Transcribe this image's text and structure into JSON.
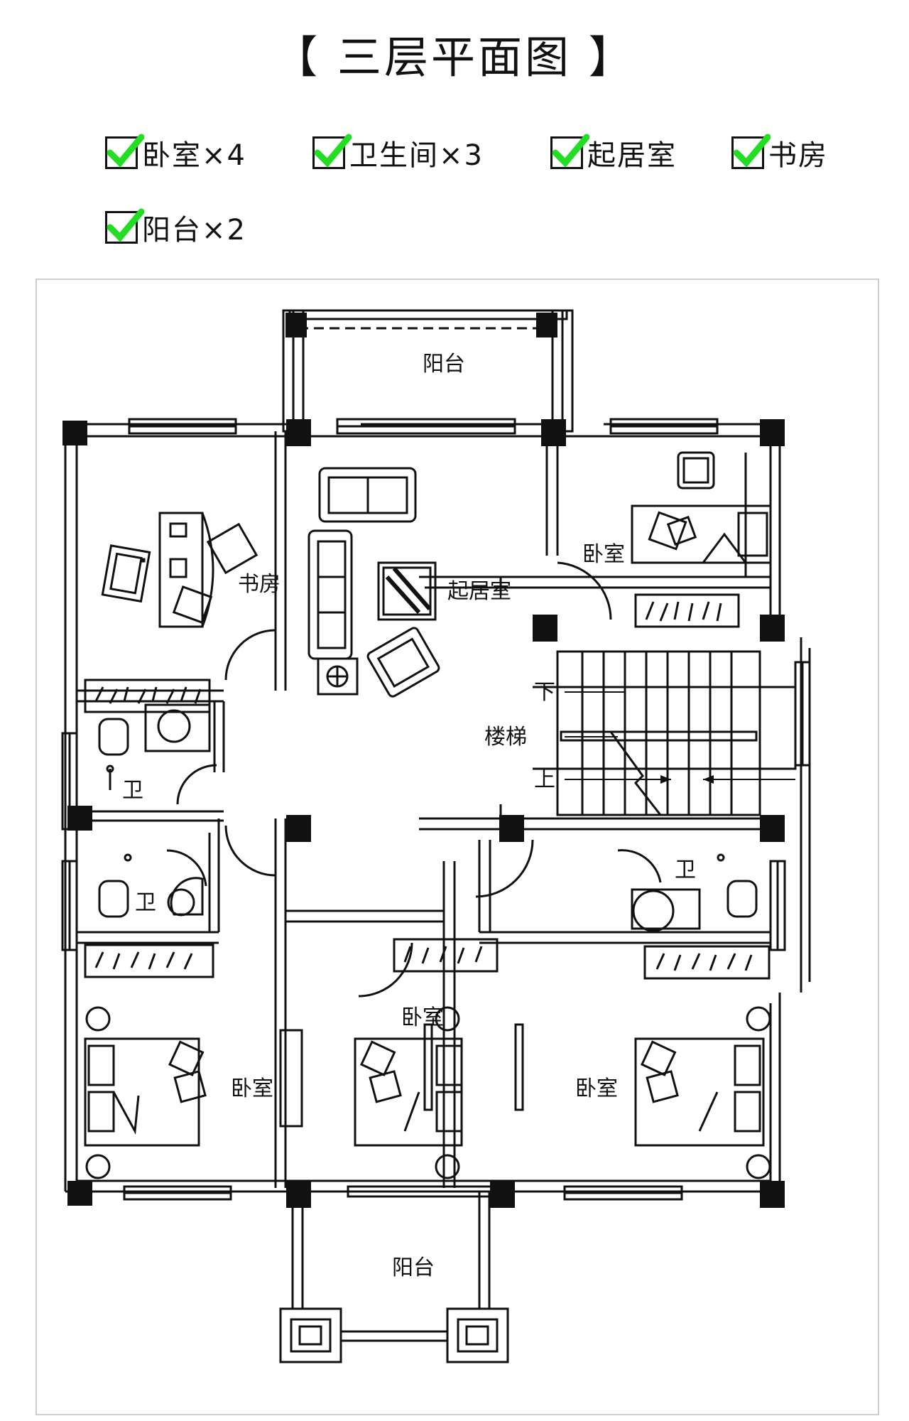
{
  "title": "【 三层平面图 】",
  "features": [
    {
      "label": "卧室×4"
    },
    {
      "label": "卫生间×3"
    },
    {
      "label": "起居室"
    },
    {
      "label": "书房"
    },
    {
      "label": "阳台×2"
    }
  ],
  "check_color": "#22dd22",
  "plan": {
    "labels": {
      "balcony_top": "阳台",
      "study": "书房",
      "living": "起居室",
      "bedroom_ne": "卧室",
      "stair_down": "下",
      "stairs": "楼梯",
      "stair_up": "上",
      "bath_w1": "卫",
      "bath_w2": "卫",
      "bath_e": "卫",
      "bedroom_sw": "卧室",
      "bedroom_s": "卧室",
      "bedroom_se": "卧室",
      "balcony_bottom": "阳台"
    }
  }
}
